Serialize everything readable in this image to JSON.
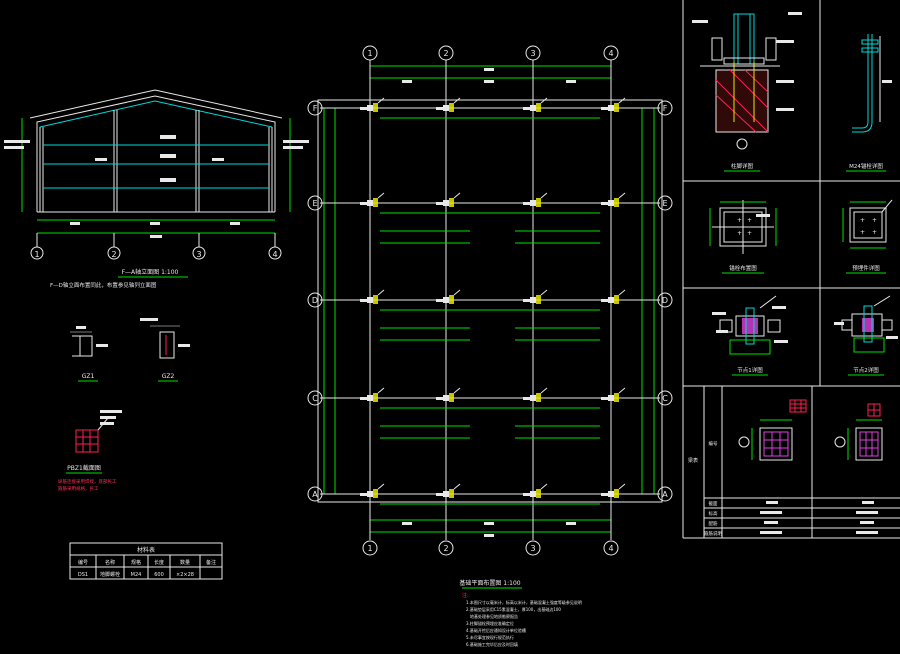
{
  "panels": {
    "elevation": {
      "title": "F—A轴立面图 1:100",
      "note": "F—D轴立面布置同此，布置参见轴列立面图"
    },
    "columns": {
      "gz1": "GZ1",
      "gz2": "GZ2"
    },
    "section": {
      "label": "PBZ1截面图",
      "note1": "纵筋连接采用焊接，底部民工",
      "note2": "箍筋采用规格，民工"
    },
    "plan": {
      "axis_numbers": [
        "1",
        "2",
        "3",
        "4"
      ],
      "axis_letters": [
        "F",
        "E",
        "D",
        "C",
        "A"
      ],
      "title": "基础平面布置图 1:100",
      "notes_label": "注:",
      "notes": [
        "1.本图尺寸以毫米计，标高以米计，基础混凝土强度等级参见说明",
        "2.基础垫层采用C15素混凝土，厚100，出基础边100",
        "　地基处理参见地质勘察报告",
        "3.柱脚锚栓预埋应准确定位",
        "4.基础开挖后应通知设计单位验槽",
        "5.未尽事宜按现行规范执行",
        "6.基础施工完毕后应及时回填"
      ]
    },
    "details": {
      "foot_label": "柱脚详图",
      "bolt_label": "M24锚栓详图",
      "plate1_label": "锚栓布置图",
      "plate2_label": "预埋件详图",
      "joint1_label": "节点1详图",
      "joint2_label": "节点2详图",
      "table_side_label": "梁表",
      "table_rows": [
        "编号",
        "截面",
        "标高",
        "配筋",
        "箍筋说明"
      ]
    },
    "materials": {
      "title": "材料表",
      "headers": [
        "编号",
        "名称",
        "规格",
        "长度",
        "数量",
        "备注"
      ],
      "row": [
        "DS1",
        "地脚螺栓",
        "M24",
        "600",
        "×2×28",
        ""
      ]
    }
  },
  "colors": {
    "background": "#000000",
    "line_white": "#e8e8e8",
    "line_green": "#00e000",
    "line_cyan": "#00d8d8",
    "line_yellow": "#e8e800",
    "line_red": "#ff2050",
    "line_magenta": "#e040e0"
  }
}
